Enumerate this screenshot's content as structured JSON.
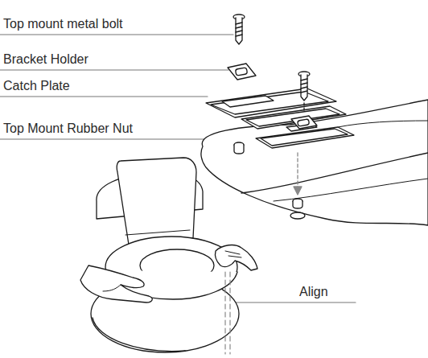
{
  "diagram": {
    "labels": [
      "Top mount metal bolt",
      "Bracket Holder",
      "Catch Plate",
      "Top Mount Rubber Nut",
      "Align"
    ]
  }
}
